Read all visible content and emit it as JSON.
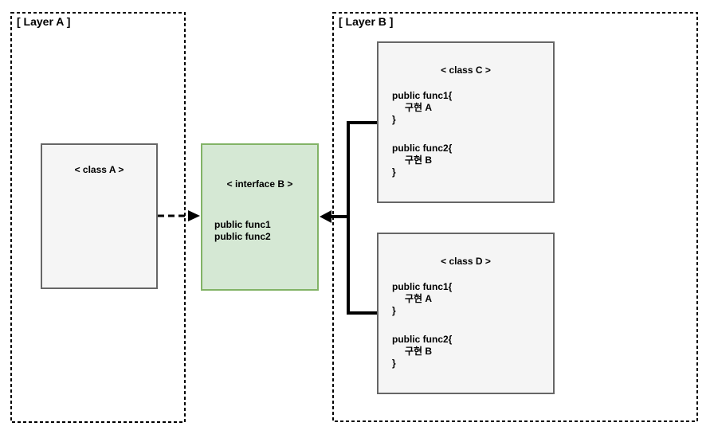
{
  "layer_a": {
    "label": "[ Layer A ]",
    "class_a": {
      "title": "< class A >"
    }
  },
  "interface_b": {
    "title": "< interface B >",
    "methods": [
      "public func1",
      "public func2"
    ]
  },
  "layer_b": {
    "label": "[ Layer B ]",
    "class_c": {
      "title": "< class C >",
      "func1": {
        "open": "public func1{",
        "body": "구현 A",
        "close": "}"
      },
      "func2": {
        "open": "public func2{",
        "body": "구현 B",
        "close": "}"
      }
    },
    "class_d": {
      "title": "< class D >",
      "func1": {
        "open": "public func1{",
        "body": "구현 A",
        "close": "}"
      },
      "func2": {
        "open": "public func2{",
        "body": "구현 B",
        "close": "}"
      }
    }
  },
  "colors": {
    "interface_fill": "#d5e8d4",
    "interface_border": "#82b366",
    "class_fill": "#f5f5f5",
    "class_border": "#666666",
    "connector": "#000000",
    "text": "#000000"
  }
}
